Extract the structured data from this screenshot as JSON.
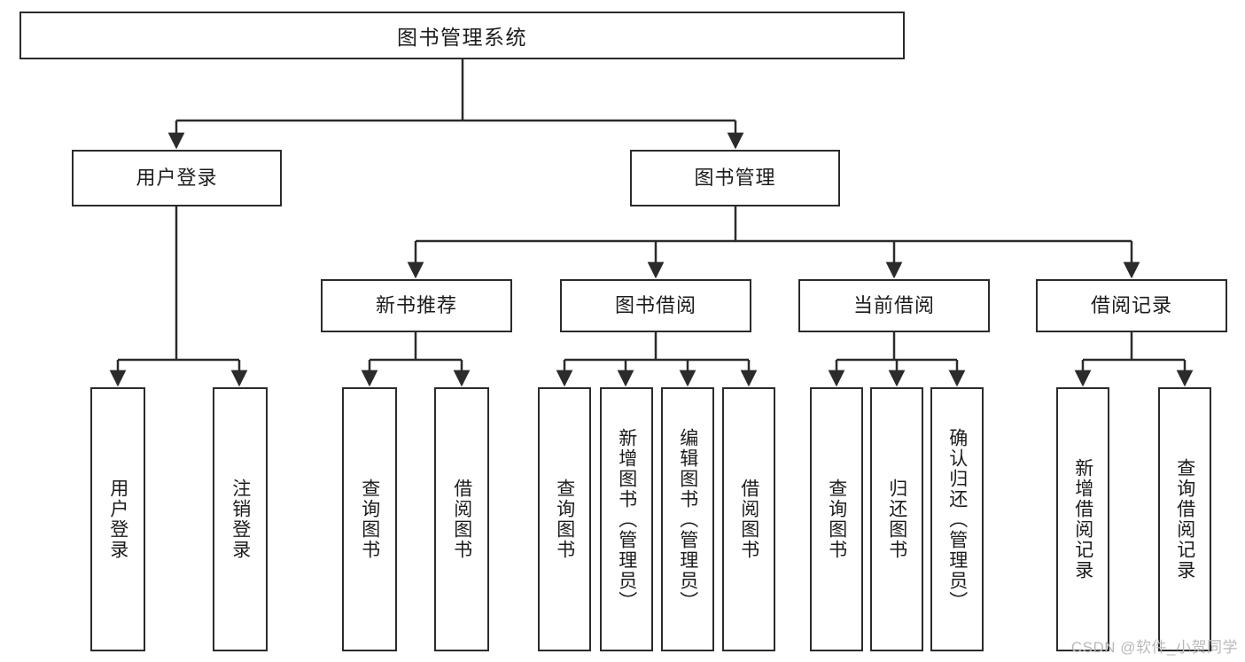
{
  "diagram": {
    "title": "图书管理系统",
    "type": "hierarchy-tree",
    "watermark": "CSDN @软件_小贺同学",
    "colors": {
      "stroke": "#2b2b2b",
      "fill": "#ffffff",
      "text": "#1c1c1c",
      "watermark": "#b9b9b9"
    },
    "nodes": {
      "root": {
        "label": "图书管理系统"
      },
      "level2": [
        {
          "id": "user-login",
          "label": "用户登录"
        },
        {
          "id": "book-management",
          "label": "图书管理"
        }
      ],
      "level3": [
        {
          "id": "new-book-recommend",
          "label": "新书推荐"
        },
        {
          "id": "book-borrow",
          "label": "图书借阅"
        },
        {
          "id": "current-borrow",
          "label": "当前借阅"
        },
        {
          "id": "borrow-record",
          "label": "借阅记录"
        }
      ],
      "leaves": {
        "user-login": [
          {
            "id": "leaf-user-login",
            "label": "用户登录"
          },
          {
            "id": "leaf-user-logout",
            "label": "注销登录"
          }
        ],
        "new-book-recommend": [
          {
            "id": "leaf-query-book-1",
            "label": "查询图书"
          },
          {
            "id": "leaf-borrow-book-1",
            "label": "借阅图书"
          }
        ],
        "book-borrow": [
          {
            "id": "leaf-query-book-2",
            "label": "查询图书"
          },
          {
            "id": "leaf-add-book",
            "label": "新增图书（管理员）"
          },
          {
            "id": "leaf-edit-book",
            "label": "编辑图书（管理员）"
          },
          {
            "id": "leaf-borrow-book-2",
            "label": "借阅图书"
          }
        ],
        "current-borrow": [
          {
            "id": "leaf-query-book-3",
            "label": "查询图书"
          },
          {
            "id": "leaf-return-book",
            "label": "归还图书"
          },
          {
            "id": "leaf-confirm-return",
            "label": "确认归还（管理员）"
          }
        ],
        "borrow-record": [
          {
            "id": "leaf-add-record",
            "label": "新增借阅记录"
          },
          {
            "id": "leaf-query-record",
            "label": "查询借阅记录"
          }
        ]
      }
    }
  }
}
